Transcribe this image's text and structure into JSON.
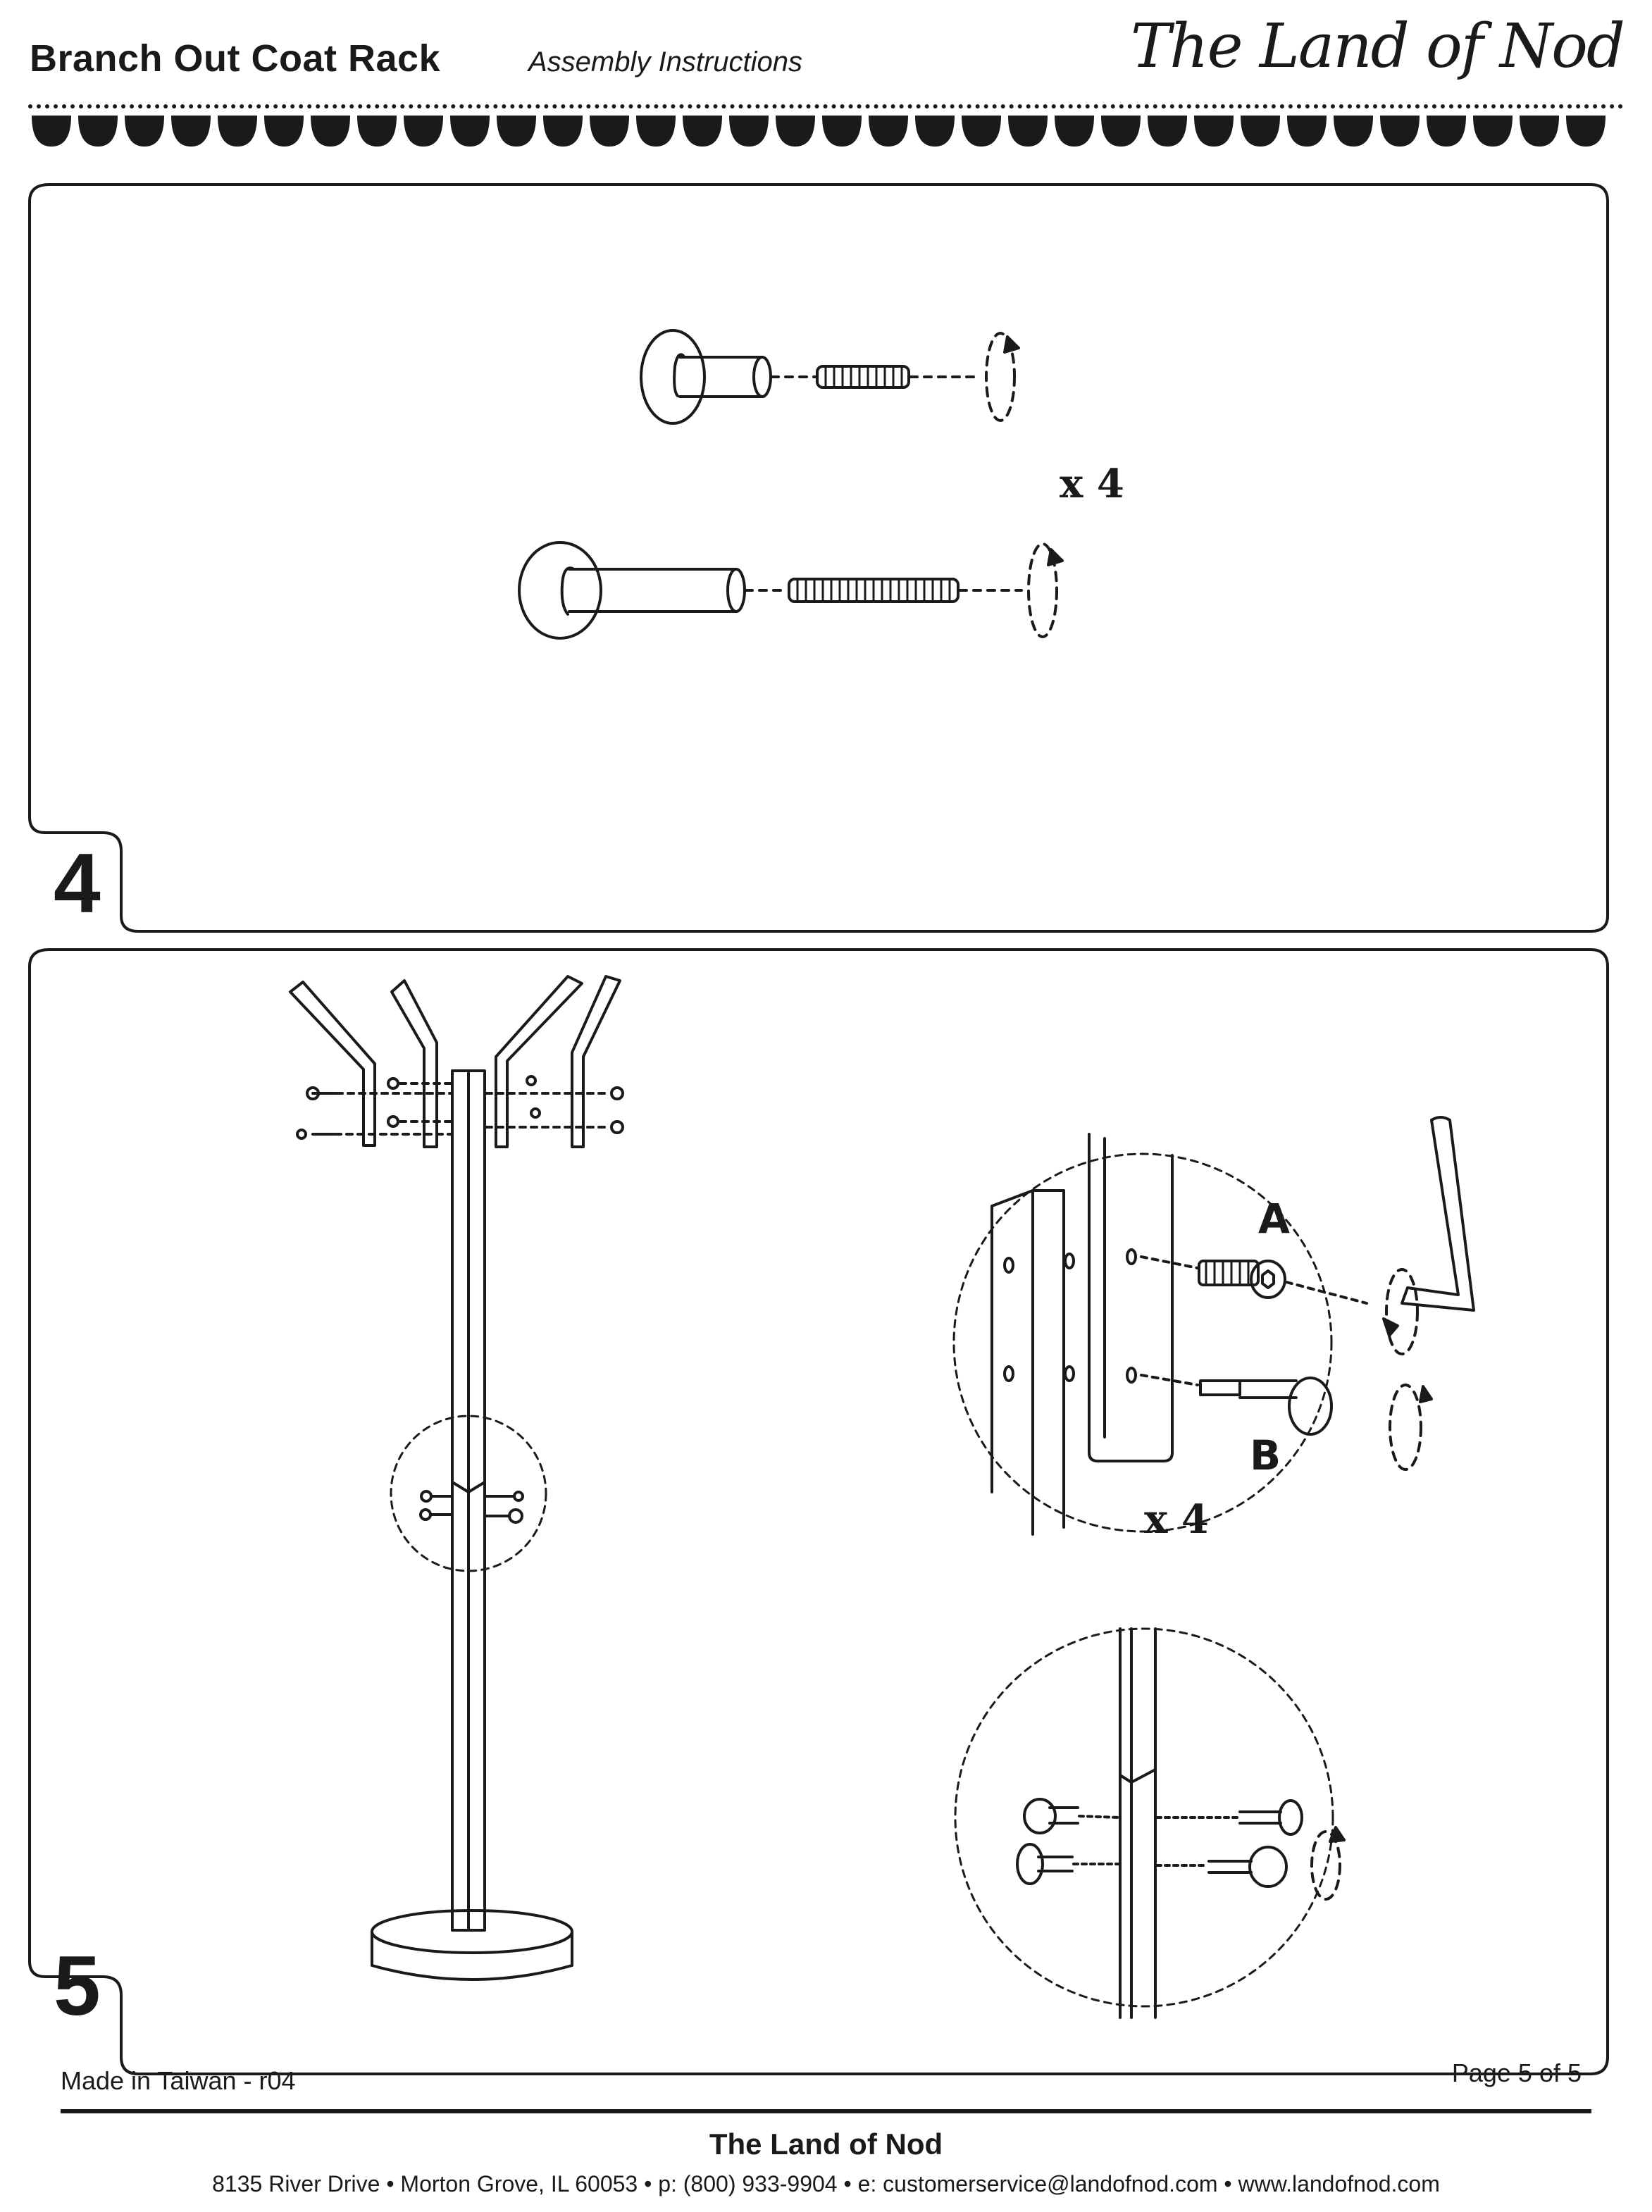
{
  "header": {
    "title": "Branch Out Coat Rack",
    "subtitle": "Assembly Instructions",
    "logo_text": "The Land of Nod"
  },
  "steps": [
    {
      "number": "4",
      "quantity": "x 4"
    },
    {
      "number": "5",
      "quantity": "x 4",
      "part_a": "A",
      "part_b": "B"
    }
  ],
  "footer": {
    "made_in": "Made in Taiwan - r04",
    "page": "Page 5 of 5",
    "company": "The Land of Nod",
    "address": "8135 River Drive • Morton Grove, IL 60053 • p: (800) 933-9904 • e: customerservice@landofnod.com • www.landofnod.com"
  }
}
